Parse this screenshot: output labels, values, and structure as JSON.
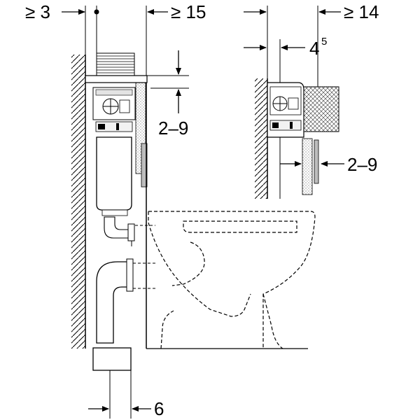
{
  "dimensions": {
    "wall_clearance_top": "≥ 3",
    "front_clearance": "≥ 15",
    "adjust_range_main": "2–9",
    "bottom_offset": "6",
    "detail_clearance": "≥ 14",
    "detail_depth_base": "4",
    "detail_depth_exp": "5",
    "adjust_range_detail": "2–9"
  }
}
